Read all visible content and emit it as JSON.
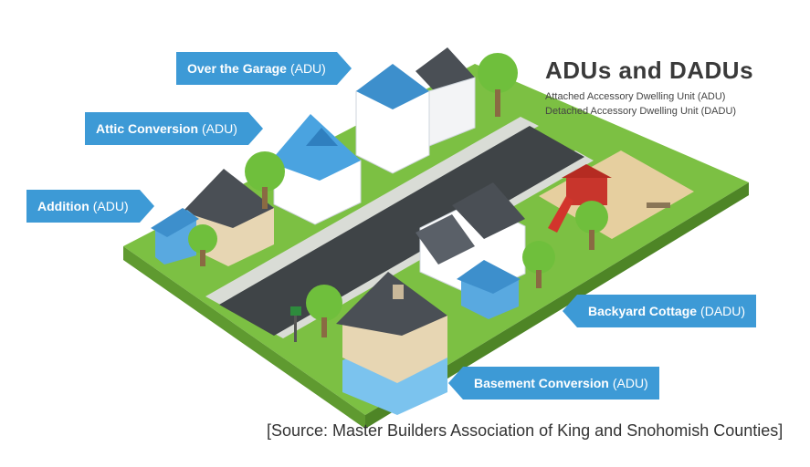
{
  "title": "ADUs and DADUs",
  "subtitles": [
    "Attached Accessory Dwelling Unit (ADU)",
    "Detached Accessory Dwelling Unit (DADU)"
  ],
  "callouts": {
    "over_garage": {
      "label": "Over the Garage",
      "tag": "(ADU)"
    },
    "attic": {
      "label": "Attic Conversion",
      "tag": "(ADU)"
    },
    "addition": {
      "label": "Addition",
      "tag": "(ADU)"
    },
    "backyard": {
      "label": "Backyard Cottage",
      "tag": "(DADU)"
    },
    "basement": {
      "label": "Basement Conversion",
      "tag": "(ADU)"
    }
  },
  "source": "[Source: Master Builders Association of King and Snohomish Counties]",
  "colors": {
    "accent_blue": "#3d9ad6",
    "grass": "#7cc043",
    "road": "#3f4447",
    "roof_dark": "#4a4f55"
  }
}
